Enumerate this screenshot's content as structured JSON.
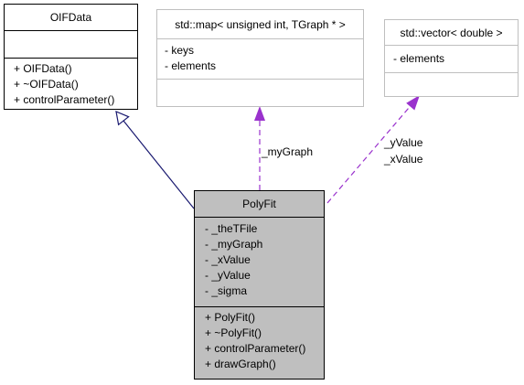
{
  "classes": {
    "oifdata": {
      "name": "OIFData",
      "attributes": [],
      "methods": [
        "+ OIFData()",
        "+ ~OIFData()",
        "+ controlParameter()"
      ]
    },
    "map": {
      "name": "std::map< unsigned int, TGraph * >",
      "attributes": [
        "- keys",
        "- elements"
      ],
      "methods": []
    },
    "vector": {
      "name": "std::vector< double >",
      "attributes": [
        "- elements"
      ],
      "methods": []
    },
    "polyfit": {
      "name": "PolyFit",
      "attributes": [
        "- _theTFile",
        "- _myGraph",
        "- _xValue",
        "- _yValue",
        "- _sigma"
      ],
      "methods": [
        "+ PolyFit()",
        "+ ~PolyFit()",
        "+ controlParameter()",
        "+ drawGraph()"
      ]
    }
  },
  "relations": {
    "map_label": "_myGraph",
    "vector_label_1": "_yValue",
    "vector_label_2": "_xValue"
  },
  "colors": {
    "inherit_edge": "#191970",
    "usage_edge": "#9a32cd",
    "main_fill": "#bfbfbf",
    "box_border": "#000000",
    "external_border": "#bfbfbf",
    "text_main": "#000000",
    "text_external": "#000000"
  }
}
